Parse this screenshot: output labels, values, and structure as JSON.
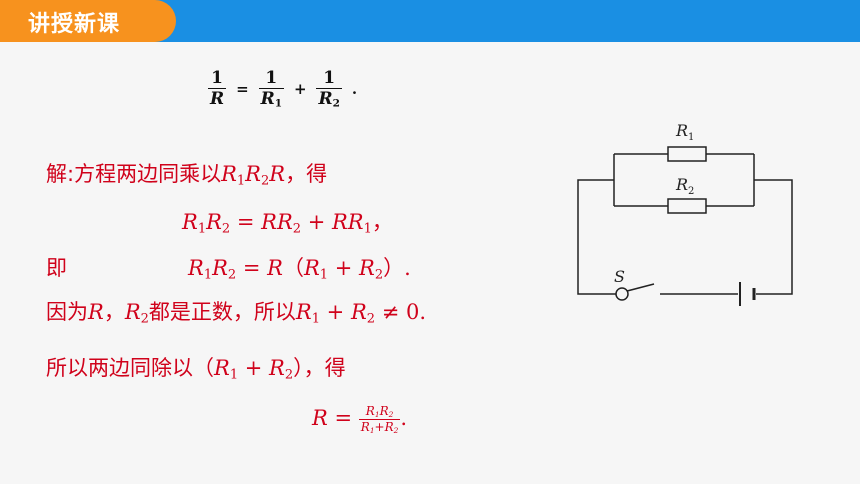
{
  "header": {
    "tab_label": "讲授新课"
  },
  "formula_top": {
    "lhs_num": "1",
    "lhs_den": "R",
    "eq": "=",
    "t1_num": "1",
    "t1_den_base": "R",
    "t1_den_sub": "1",
    "plus": "+",
    "t2_num": "1",
    "t2_den_base": "R",
    "t2_den_sub": "2",
    "end": "."
  },
  "solution": {
    "line1_text": "解:方程两边同乘以",
    "line1_math": [
      "R",
      "1",
      "R",
      "2",
      "R"
    ],
    "line1_tail": "，得",
    "line2_math": {
      "a": "R",
      "a_sub": "1",
      "b": "R",
      "b_sub": "2",
      "eq": " = ",
      "c": "RR",
      "c_sub": "2",
      "plus": " + ",
      "d": "RR",
      "d_sub": "1",
      "tail": "，"
    },
    "line3_label": "即",
    "line3_math": {
      "a": "R",
      "a_sub": "1",
      "b": "R",
      "b_sub": "2",
      "eq": " = ",
      "c": "R",
      "open": "（",
      "d": "R",
      "d_sub": "1",
      "plus": " + ",
      "e": "R",
      "e_sub": "2",
      "close": "）",
      "tail": "."
    },
    "line4_text1": "因为",
    "line4_r": "R",
    "line4_comma": "，",
    "line4_r2": "R",
    "line4_r2_sub": "2",
    "line4_text2": "都是正数，所以",
    "line4_math": {
      "a": "R",
      "a_sub": "1",
      "plus": " + ",
      "b": "R",
      "b_sub": "2",
      "neq": " ≠ ",
      "zero": "0."
    },
    "line5_text": "所以两边同除以",
    "line5_math": {
      "open": "（",
      "a": "R",
      "a_sub": "1",
      "plus": " + ",
      "b": "R",
      "b_sub": "2",
      "close": "）"
    },
    "line5_tail": "，得",
    "final": {
      "lhs": "R",
      "eq": " = ",
      "num_a": "R",
      "num_a_sub": "1",
      "num_b": "R",
      "num_b_sub": "2",
      "den_a": "R",
      "den_a_sub": "1",
      "den_plus": "+",
      "den_b": "R",
      "den_b_sub": "2",
      "end": "."
    }
  },
  "circuit": {
    "r1_label": "R",
    "r1_sub": "1",
    "r2_label": "R",
    "r2_sub": "2",
    "switch_label": "S"
  },
  "colors": {
    "topbar": "#1a8fe3",
    "tab": "#f7921e",
    "text_red": "#d0021b"
  }
}
